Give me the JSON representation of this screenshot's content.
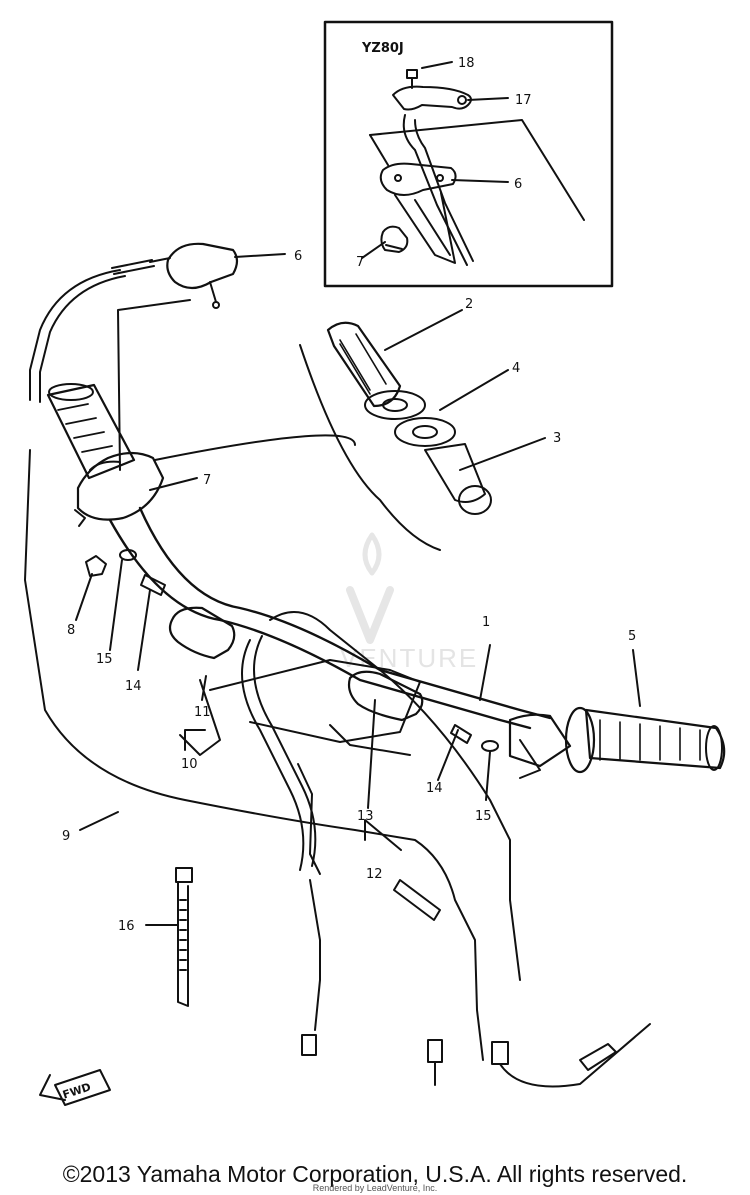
{
  "inset": {
    "title": "YZ80J"
  },
  "labels": {
    "l1": "1",
    "l2": "2",
    "l3": "3",
    "l4": "4",
    "l5": "5",
    "l6_top": "6",
    "l6_inset": "6",
    "l7_main": "7",
    "l7_inset": "7",
    "l8": "8",
    "l9": "9",
    "l10": "10",
    "l11": "11",
    "l12": "12",
    "l13": "13",
    "l14_left": "14",
    "l14_right": "14",
    "l15_left": "15",
    "l15_right": "15",
    "l16": "16",
    "l17": "17",
    "l18": "18"
  },
  "watermark": "VENTURE",
  "fwd_badge": "FWD",
  "footer": "©2013 Yamaha Motor Corporation, U.S.A. All rights reserved.",
  "credit": "Rendered by LeadVenture, Inc."
}
